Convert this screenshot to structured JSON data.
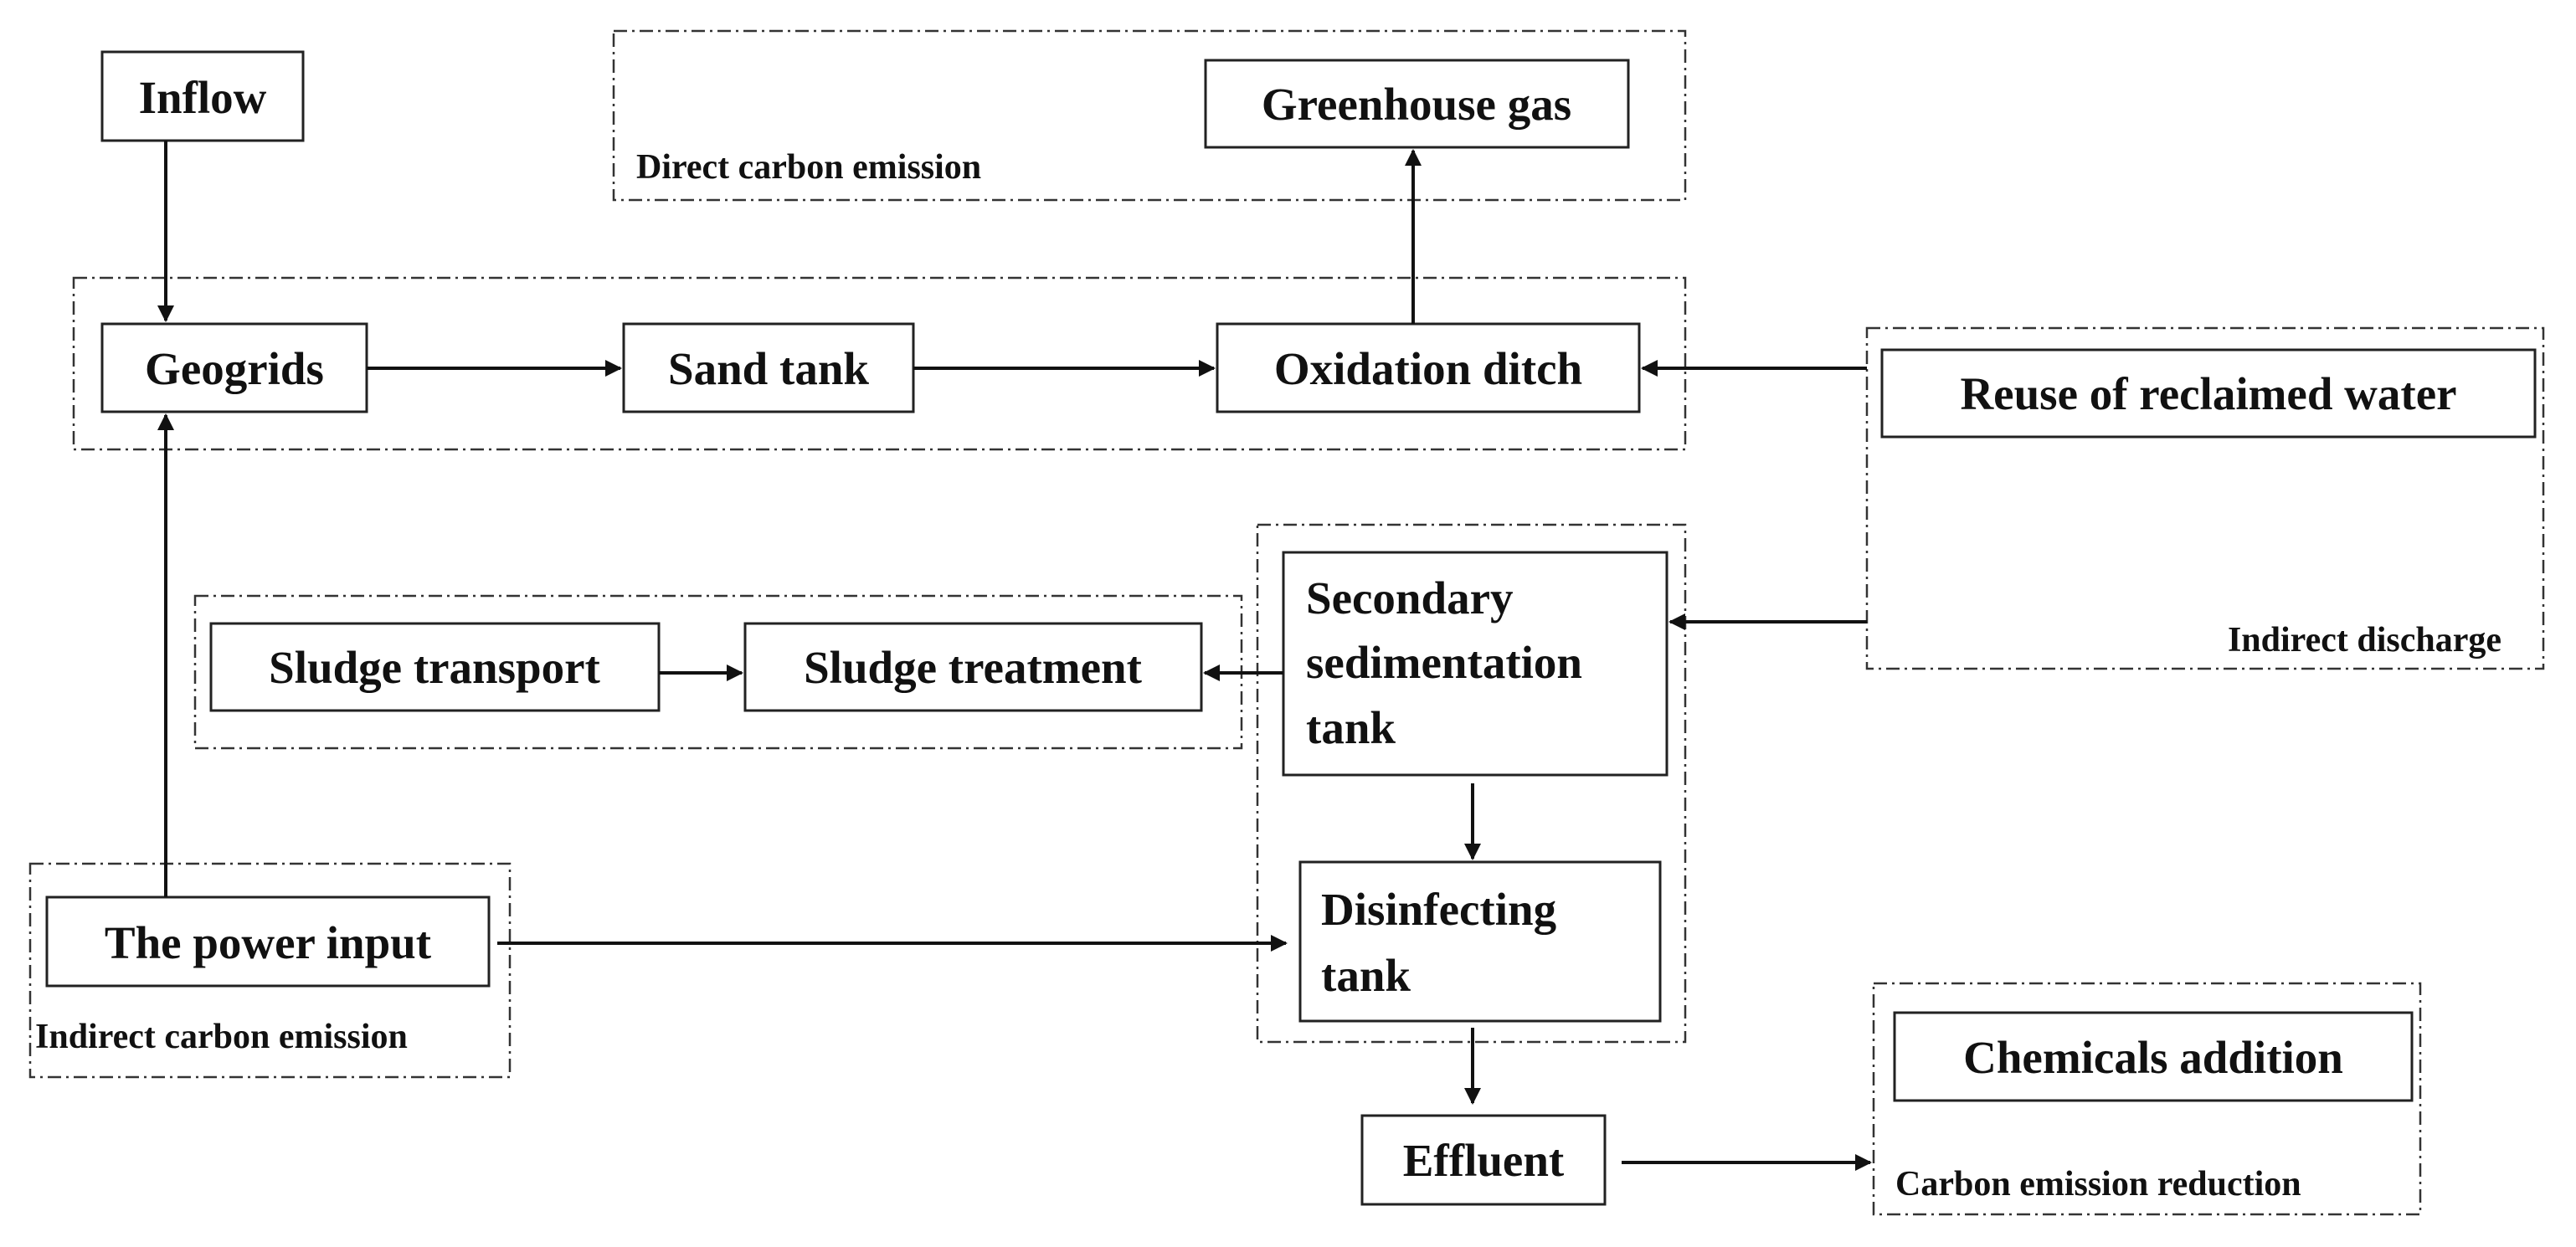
{
  "nodes": {
    "inflow": "Inflow",
    "greenhouse_gas": "Greenhouse gas",
    "geogrids": "Geogrids",
    "sand_tank": "Sand tank",
    "oxidation_ditch": "Oxidation ditch",
    "reuse_reclaimed_water": "Reuse of reclaimed water",
    "sludge_transport": "Sludge transport",
    "sludge_treatment": "Sludge treatment",
    "secondary_sedimentation_tank": [
      "Secondary",
      "sedimentation",
      "tank"
    ],
    "disinfecting_tank": [
      "Disinfecting",
      "tank"
    ],
    "power_input": "The power input",
    "chemicals_addition": "Chemicals addition",
    "effluent": "Effluent"
  },
  "groups": {
    "direct_carbon_emission": "Direct carbon emission",
    "indirect_discharge": "Indirect discharge",
    "indirect_carbon_emission": "Indirect carbon emission",
    "carbon_emission_reduction": "Carbon emission reduction"
  },
  "edges": [
    {
      "from": "inflow",
      "to": "geogrids"
    },
    {
      "from": "geogrids",
      "to": "sand_tank"
    },
    {
      "from": "sand_tank",
      "to": "oxidation_ditch"
    },
    {
      "from": "oxidation_ditch",
      "to": "greenhouse_gas"
    },
    {
      "from": "reuse_reclaimed_water",
      "to": "oxidation_ditch"
    },
    {
      "from": "reuse_reclaimed_water",
      "to": "secondary_sedimentation_tank"
    },
    {
      "from": "secondary_sedimentation_tank",
      "to": "sludge_treatment"
    },
    {
      "from": "sludge_transport",
      "to": "sludge_treatment"
    },
    {
      "from": "secondary_sedimentation_tank",
      "to": "disinfecting_tank"
    },
    {
      "from": "disinfecting_tank",
      "to": "effluent"
    },
    {
      "from": "power_input",
      "to": "geogrids"
    },
    {
      "from": "power_input",
      "to": "disinfecting_tank"
    },
    {
      "from": "effluent",
      "to": "chemicals_addition"
    }
  ]
}
